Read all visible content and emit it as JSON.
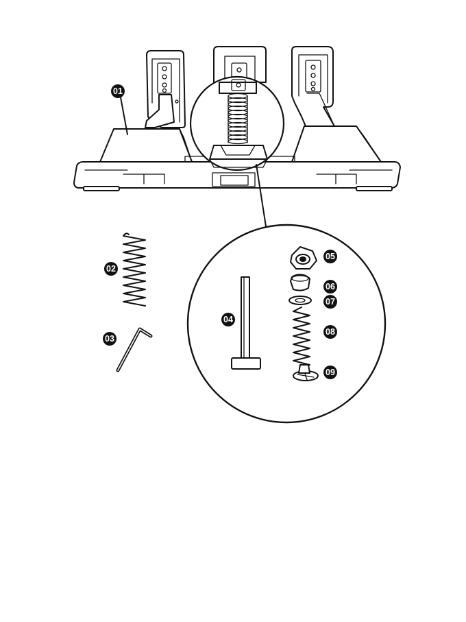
{
  "callouts": {
    "c01": "01",
    "c02": "02",
    "c03": "03",
    "c04": "04",
    "c05": "05",
    "c06": "06",
    "c07": "07",
    "c08": "08",
    "c09": "09"
  },
  "colors": {
    "line": "#111111",
    "background": "#ffffff",
    "callout_fill": "#111111",
    "callout_text": "#ffffff"
  }
}
